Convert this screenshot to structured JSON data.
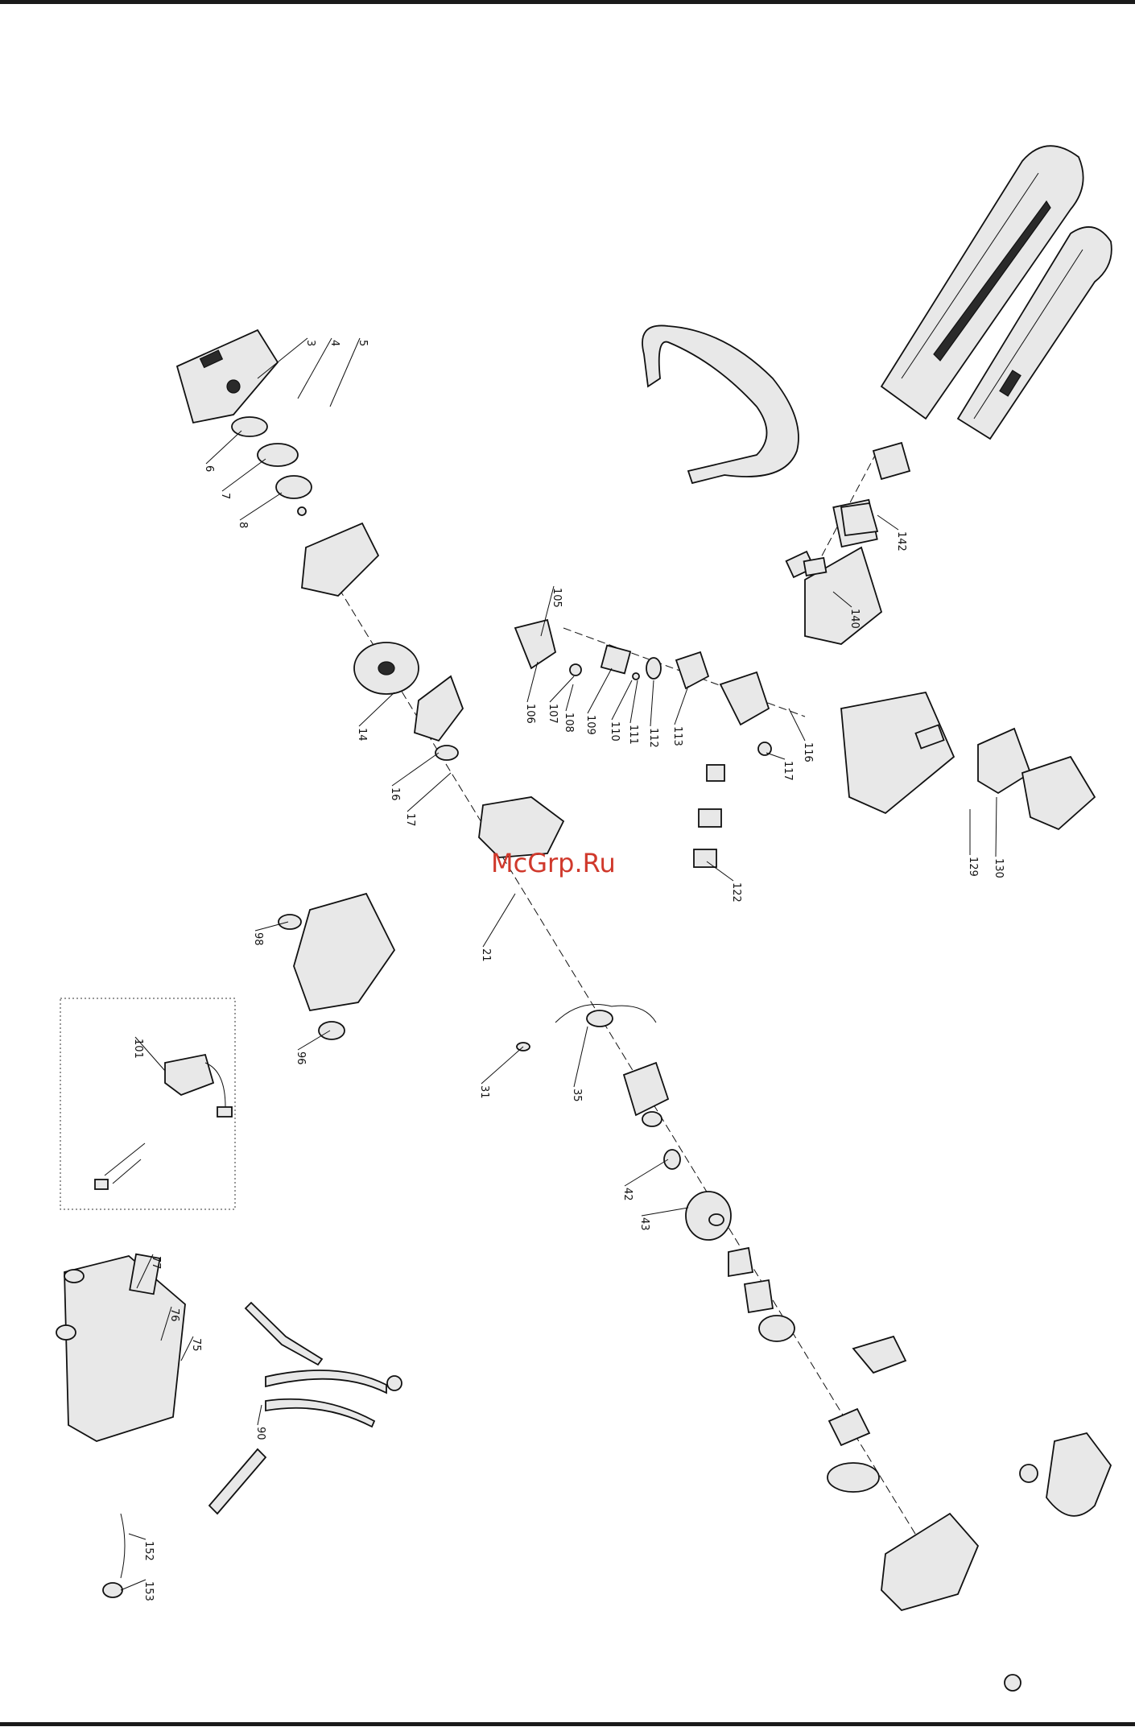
{
  "watermark": "McGrp.Ru",
  "labels": [
    "3",
    "4",
    "5",
    "6",
    "7",
    "8",
    "14",
    "16",
    "17",
    "21",
    "31",
    "35",
    "42",
    "43",
    "75",
    "76",
    "77",
    "90",
    "96",
    "98",
    "101",
    "105",
    "106",
    "107",
    "108",
    "109",
    "110",
    "111",
    "112",
    "113",
    "116",
    "117",
    "122",
    "129",
    "130",
    "140",
    "142",
    "152",
    "153"
  ]
}
